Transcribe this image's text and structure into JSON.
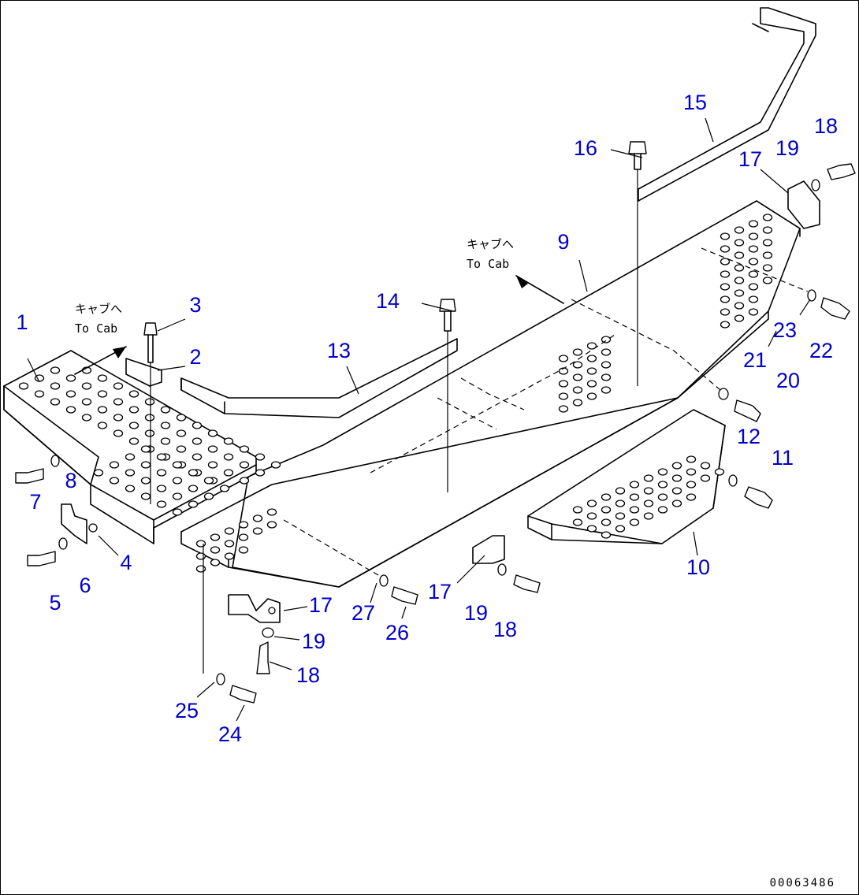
{
  "diagram": {
    "drawing_code": "00063486",
    "notes": [
      {
        "jp": "キャブへ",
        "en": "To Cab"
      },
      {
        "jp": "キャブへ",
        "en": "To Cab"
      }
    ],
    "part_numbers": [
      "1",
      "2",
      "3",
      "4",
      "5",
      "6",
      "7",
      "8",
      "9",
      "10",
      "11",
      "12",
      "13",
      "14",
      "15",
      "16",
      "17",
      "17",
      "17",
      "18",
      "18",
      "18",
      "19",
      "19",
      "19",
      "20",
      "21",
      "22",
      "23",
      "24",
      "25",
      "26",
      "27"
    ],
    "colors": {
      "callout": "#0000cc",
      "line": "#000000"
    }
  }
}
